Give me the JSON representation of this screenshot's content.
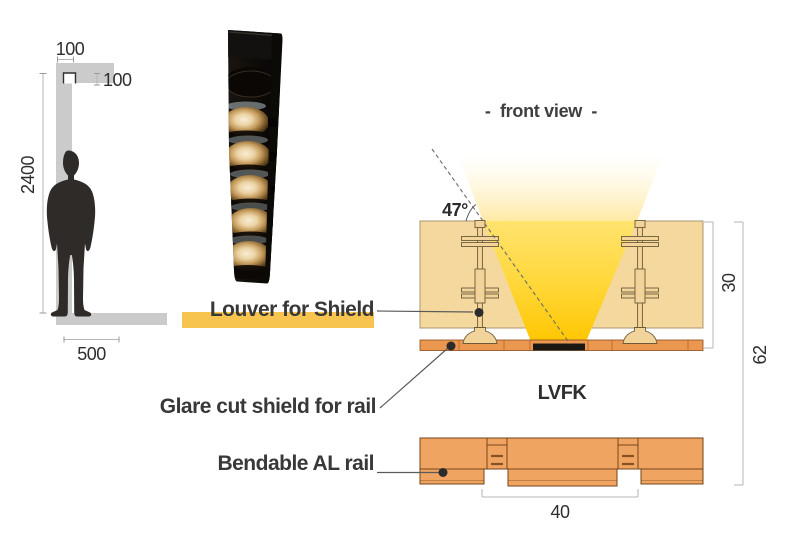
{
  "scale_figure": {
    "cap_width_mm": "100",
    "cap_depth_mm": "100",
    "mount_height_mm": "2400",
    "floor_offset_mm": "500",
    "person": "human-silhouette"
  },
  "fixture_photo": {
    "name": "linear-louver-spotlight-photo",
    "visible_cells": 5
  },
  "front_view": {
    "title": "-  front view  -",
    "beam_angle": "47°",
    "module_label": "LVFK",
    "dim_louver_height": "30",
    "dim_total_height": "62",
    "dim_rail_width": "40"
  },
  "callouts": {
    "louver_shield": {
      "label": "Louver for Shield"
    },
    "glare_shield": {
      "label": "Glare cut shield for rail"
    },
    "al_rail": {
      "label": "Bendable AL rail"
    }
  },
  "colors": {
    "highlight": "#F6C44F",
    "beam_gold": "#FFC903",
    "louver_tan": "#F4D89D",
    "shield_orange": "#EC9750",
    "rail_orange": "#F0A462",
    "profile_gray": "#CBCBCB",
    "ink": "#383838"
  }
}
